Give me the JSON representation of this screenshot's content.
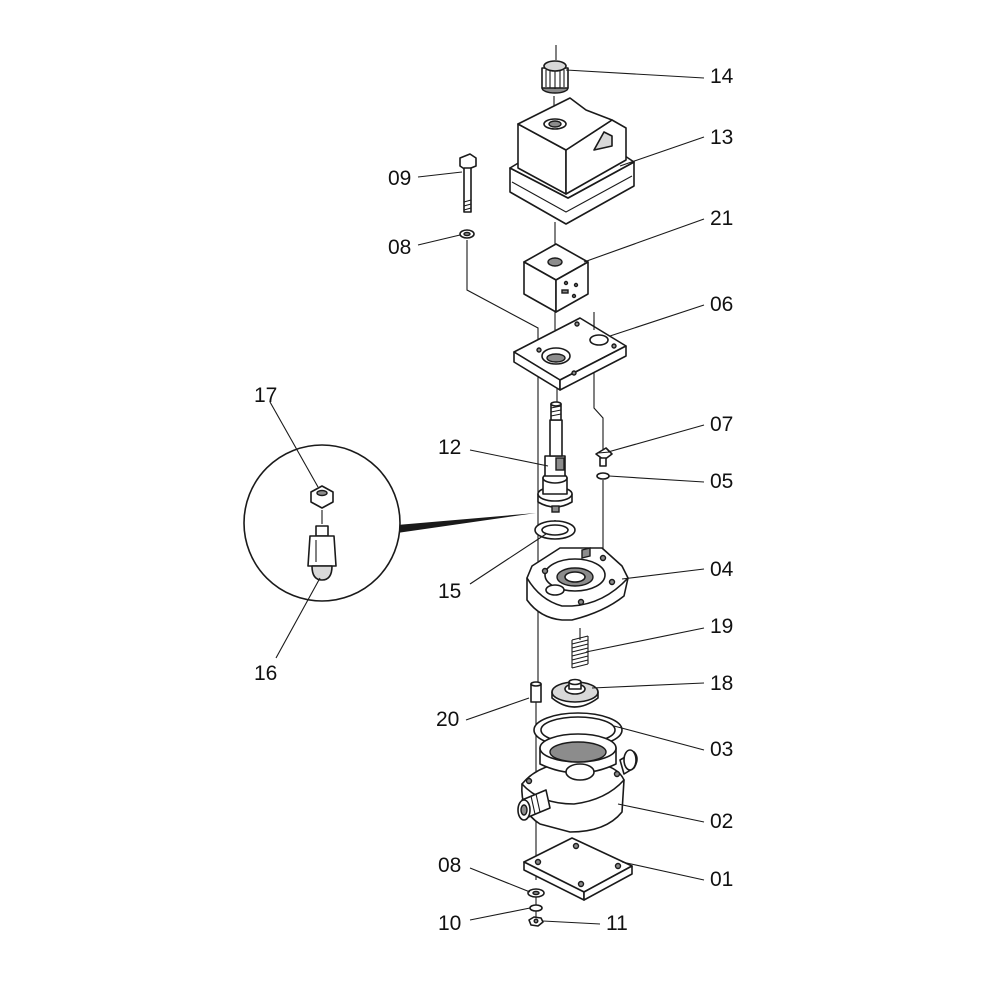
{
  "callouts": [
    {
      "id": "c14",
      "text": "14"
    },
    {
      "id": "c13",
      "text": "13"
    },
    {
      "id": "c09",
      "text": "09"
    },
    {
      "id": "c21",
      "text": "21"
    },
    {
      "id": "c08a",
      "text": "08"
    },
    {
      "id": "c06",
      "text": "06"
    },
    {
      "id": "c17",
      "text": "17"
    },
    {
      "id": "c07",
      "text": "07"
    },
    {
      "id": "c12",
      "text": "12"
    },
    {
      "id": "c05",
      "text": "05"
    },
    {
      "id": "c04",
      "text": "04"
    },
    {
      "id": "c15",
      "text": "15"
    },
    {
      "id": "c19",
      "text": "19"
    },
    {
      "id": "c16",
      "text": "16"
    },
    {
      "id": "c18",
      "text": "18"
    },
    {
      "id": "c20",
      "text": "20"
    },
    {
      "id": "c03",
      "text": "03"
    },
    {
      "id": "c02",
      "text": "02"
    },
    {
      "id": "c08b",
      "text": "08"
    },
    {
      "id": "c01",
      "text": "01"
    },
    {
      "id": "c10",
      "text": "10"
    },
    {
      "id": "c11",
      "text": "11"
    }
  ]
}
